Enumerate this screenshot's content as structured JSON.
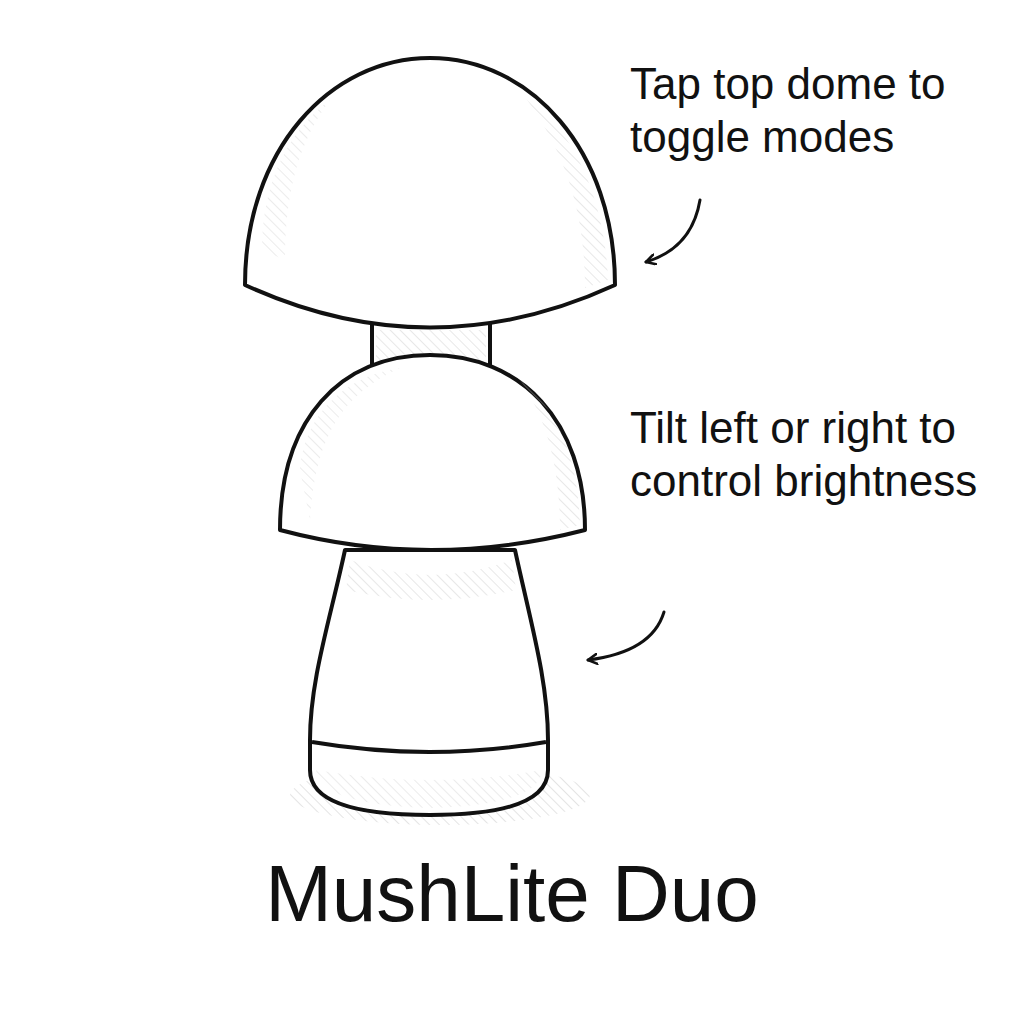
{
  "diagram": {
    "title": "MushLite Duo",
    "labels": [
      "Tap top dome to toggle modes",
      "Tilt left or right to control brightness"
    ]
  }
}
